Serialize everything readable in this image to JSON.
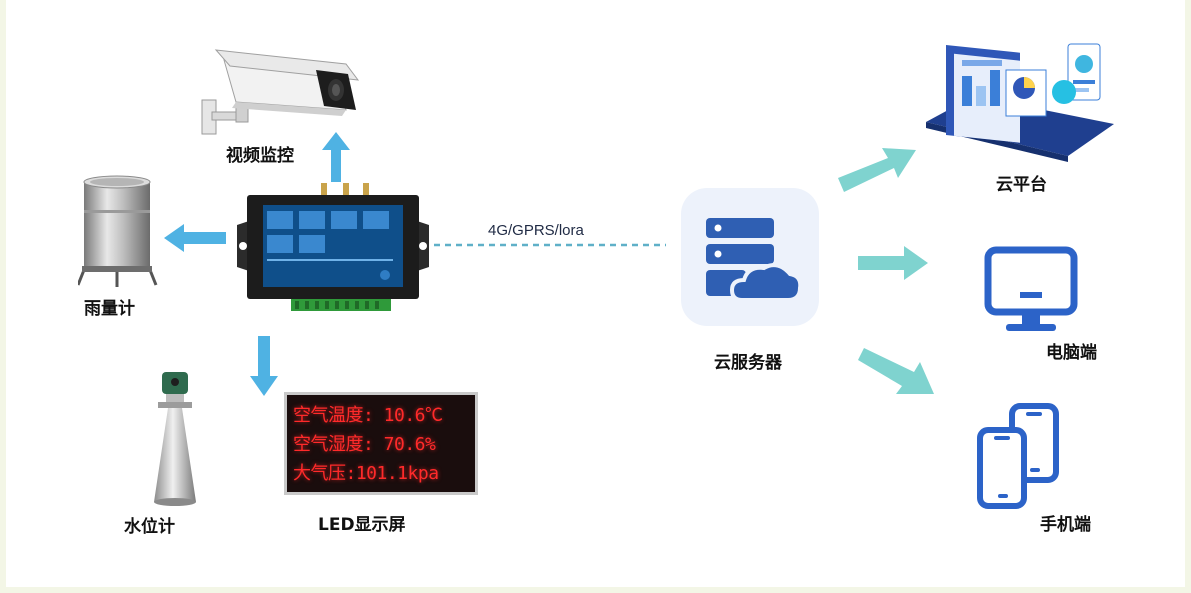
{
  "labels": {
    "video": "视频监控",
    "rain": "雨量计",
    "water": "水位计",
    "led": "LED显示屏",
    "server": "云服务器",
    "cloud": "云平台",
    "pc": "电脑端",
    "phone": "手机端",
    "link": "4G/GPRS/lora"
  },
  "led_lines": [
    "空气温度: 10.6℃",
    "空气湿度: 70.6%",
    "大气压:101.1kpa"
  ],
  "colors": {
    "arrow_blue": "#4fb2e3",
    "arrow_teal": "#7fd3cf",
    "server_blue": "#2f5fb3",
    "device_blue": "#2c63c8",
    "led_red": "#ff2a2a"
  }
}
